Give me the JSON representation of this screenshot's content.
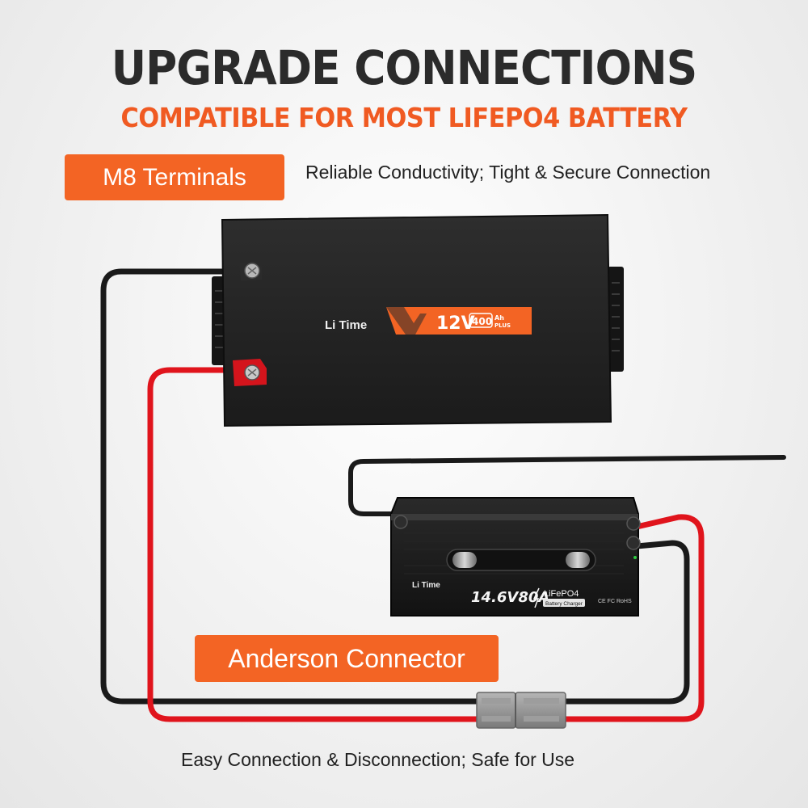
{
  "headline": "UPGRADE CONNECTIONS",
  "subheadline": "COMPATIBLE FOR MOST LIFEPO4 BATTERY",
  "features": [
    {
      "tag": "M8 Terminals",
      "description": "Reliable Conductivity; Tight & Secure Connection"
    },
    {
      "tag": "Anderson Connector",
      "description": "Easy Connection & Disconnection; Safe for Use"
    }
  ],
  "battery": {
    "brand": "Li Time",
    "voltage": "12V",
    "capacity": "400",
    "capacity_unit": "Ah",
    "variant": "PLUS"
  },
  "charger": {
    "brand": "Li Time",
    "rating": "14.6V80A",
    "chemistry": "LiFePO4",
    "type": "Battery Charger",
    "certifications": "CE FC RoHS"
  },
  "colors": {
    "accent": "#f36424",
    "headline": "#2b2b2b",
    "cable_red": "#e0141c",
    "cable_black": "#1a1a1a",
    "battery_body": "#222222",
    "connector": "#8f8f8f"
  }
}
